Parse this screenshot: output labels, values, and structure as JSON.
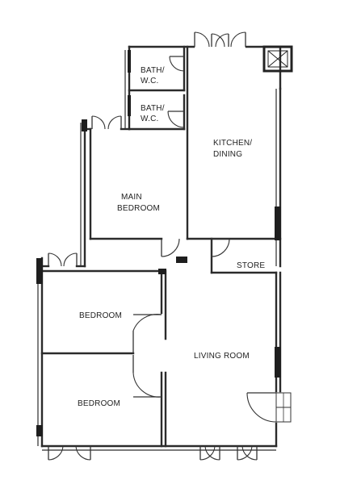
{
  "rooms": {
    "bath_1": [
      "BATH/",
      "W.C."
    ],
    "bath_2": [
      "BATH/",
      "W.C."
    ],
    "kitchen": [
      "KITCHEN/",
      "DINING"
    ],
    "main_bedroom": [
      "MAIN",
      "BEDROOM"
    ],
    "store": "STORE",
    "bedroom_1": "BEDROOM",
    "bedroom_2": "BEDROOM",
    "living": "LIVING ROOM"
  }
}
